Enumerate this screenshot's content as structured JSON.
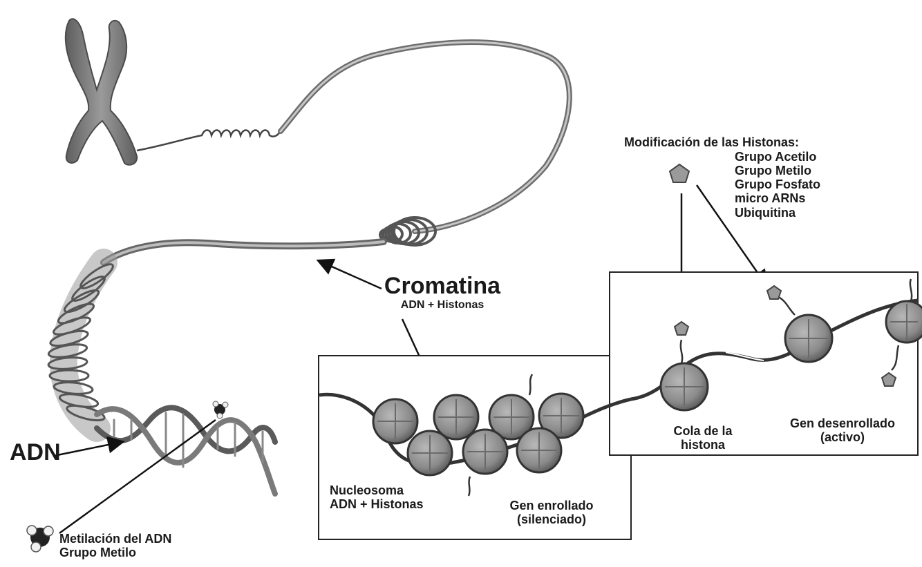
{
  "labels": {
    "adn": "ADN",
    "cromatina_title": "Cromatina",
    "cromatina_sub": "ADN + Histonas",
    "modificacion_title": "Modificación de las Histonas:",
    "modificacion_items": [
      "Grupo Acetilo",
      "Grupo Metilo",
      "Grupo Fosfato",
      "micro ARNs",
      "Ubiquitina"
    ],
    "nucleosoma_line1": "Nucleosoma",
    "nucleosoma_line2": "ADN + Histonas",
    "gen_enrollado_line1": "Gen enrollado",
    "gen_enrollado_line2": "(silenciado)",
    "cola_line1": "Cola de la",
    "cola_line2": "histona",
    "gen_desenrollado_line1": "Gen desenrollado",
    "gen_desenrollado_line2": "(activo)",
    "metilacion_line1": "Metilación del ADN",
    "metilacion_line2": "Grupo Metilo"
  },
  "colors": {
    "histone": "#8c8c8c",
    "histone_dark": "#555555",
    "chromosome": "#7a7a7a",
    "strand": "#3a3a3a",
    "modification_marker": "#9a9a9a"
  }
}
